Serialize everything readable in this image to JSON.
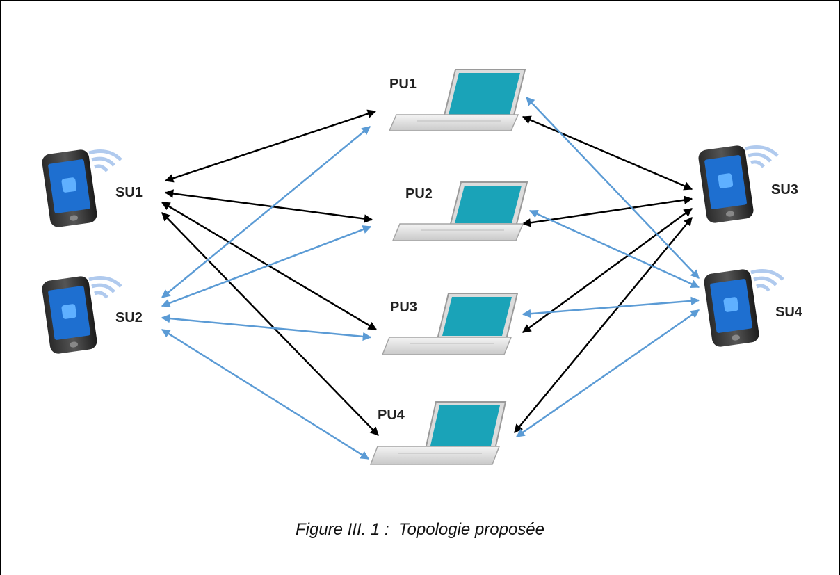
{
  "nodes": {
    "su1": {
      "label": "SU1",
      "kind": "phone"
    },
    "su2": {
      "label": "SU2",
      "kind": "phone"
    },
    "su3": {
      "label": "SU3",
      "kind": "phone"
    },
    "su4": {
      "label": "SU4",
      "kind": "phone"
    },
    "pu1": {
      "label": "PU1",
      "kind": "laptop"
    },
    "pu2": {
      "label": "PU2",
      "kind": "laptop"
    },
    "pu3": {
      "label": "PU3",
      "kind": "laptop"
    },
    "pu4": {
      "label": "PU4",
      "kind": "laptop"
    }
  },
  "edges": [
    {
      "from": "su1",
      "to": "pu1",
      "color": "#000000"
    },
    {
      "from": "su1",
      "to": "pu2",
      "color": "#000000"
    },
    {
      "from": "su1",
      "to": "pu3",
      "color": "#000000"
    },
    {
      "from": "su1",
      "to": "pu4",
      "color": "#000000"
    },
    {
      "from": "su2",
      "to": "pu1",
      "color": "#5b9bd5"
    },
    {
      "from": "su2",
      "to": "pu2",
      "color": "#5b9bd5"
    },
    {
      "from": "su2",
      "to": "pu3",
      "color": "#5b9bd5"
    },
    {
      "from": "su2",
      "to": "pu4",
      "color": "#5b9bd5"
    },
    {
      "from": "su3",
      "to": "pu1",
      "color": "#000000"
    },
    {
      "from": "su3",
      "to": "pu2",
      "color": "#000000"
    },
    {
      "from": "su3",
      "to": "pu3",
      "color": "#000000"
    },
    {
      "from": "su3",
      "to": "pu4",
      "color": "#000000"
    },
    {
      "from": "su4",
      "to": "pu1",
      "color": "#5b9bd5"
    },
    {
      "from": "su4",
      "to": "pu2",
      "color": "#5b9bd5"
    },
    {
      "from": "su4",
      "to": "pu3",
      "color": "#5b9bd5"
    },
    {
      "from": "su4",
      "to": "pu4",
      "color": "#5b9bd5"
    }
  ],
  "colors": {
    "screen": "#1aa3b8",
    "phone_screen": "#1e6fd0",
    "black_link": "#000000",
    "blue_link": "#5b9bd5"
  },
  "caption": "Figure III. 1 :  Topologie proposée"
}
